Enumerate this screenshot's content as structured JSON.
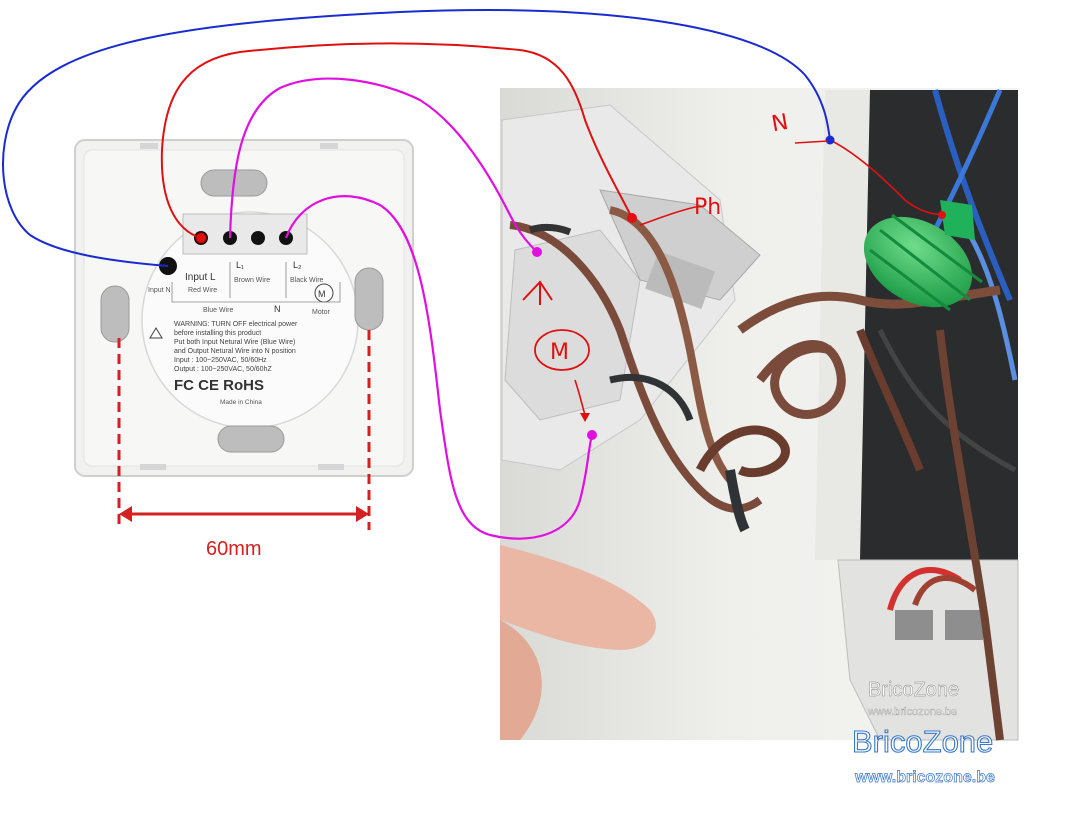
{
  "module": {
    "terminal_labels": {
      "input_l": "Input L",
      "red_wire": "Red Wire",
      "l1": "L₁",
      "brown_wire": "Brown Wire",
      "l2": "L₂",
      "black_wire": "Black Wire",
      "input_n": "Input N",
      "blue_wire": "Blue Wire",
      "n": "N",
      "motor": "Motor"
    },
    "warning_lines": [
      "WARNING: TURN OFF electrical power",
      "before installing this product",
      "Put both Input Netural Wire (Blue Wire)",
      "and Output Netural Wire into N position",
      "Input : 100~250VAC, 50/60Hz",
      "Output : 100~250VAC, 50/60hZ"
    ],
    "cert_marks": "FC CE RoHS",
    "made_in": "Made in China"
  },
  "dimension": {
    "label": "60mm"
  },
  "annotations": {
    "n": "N",
    "ph": "Ph",
    "m": "M"
  },
  "watermark": {
    "brand_small": "BricoZone",
    "url_small": "www.bricozone.be",
    "brand_large": "BricoZone",
    "url_large": "www.bricozone.be"
  },
  "colors": {
    "blue_wire": "#1a2bd0",
    "red_wire": "#e01010",
    "magenta_wire": "#e010e0",
    "dimension": "#d42020"
  }
}
